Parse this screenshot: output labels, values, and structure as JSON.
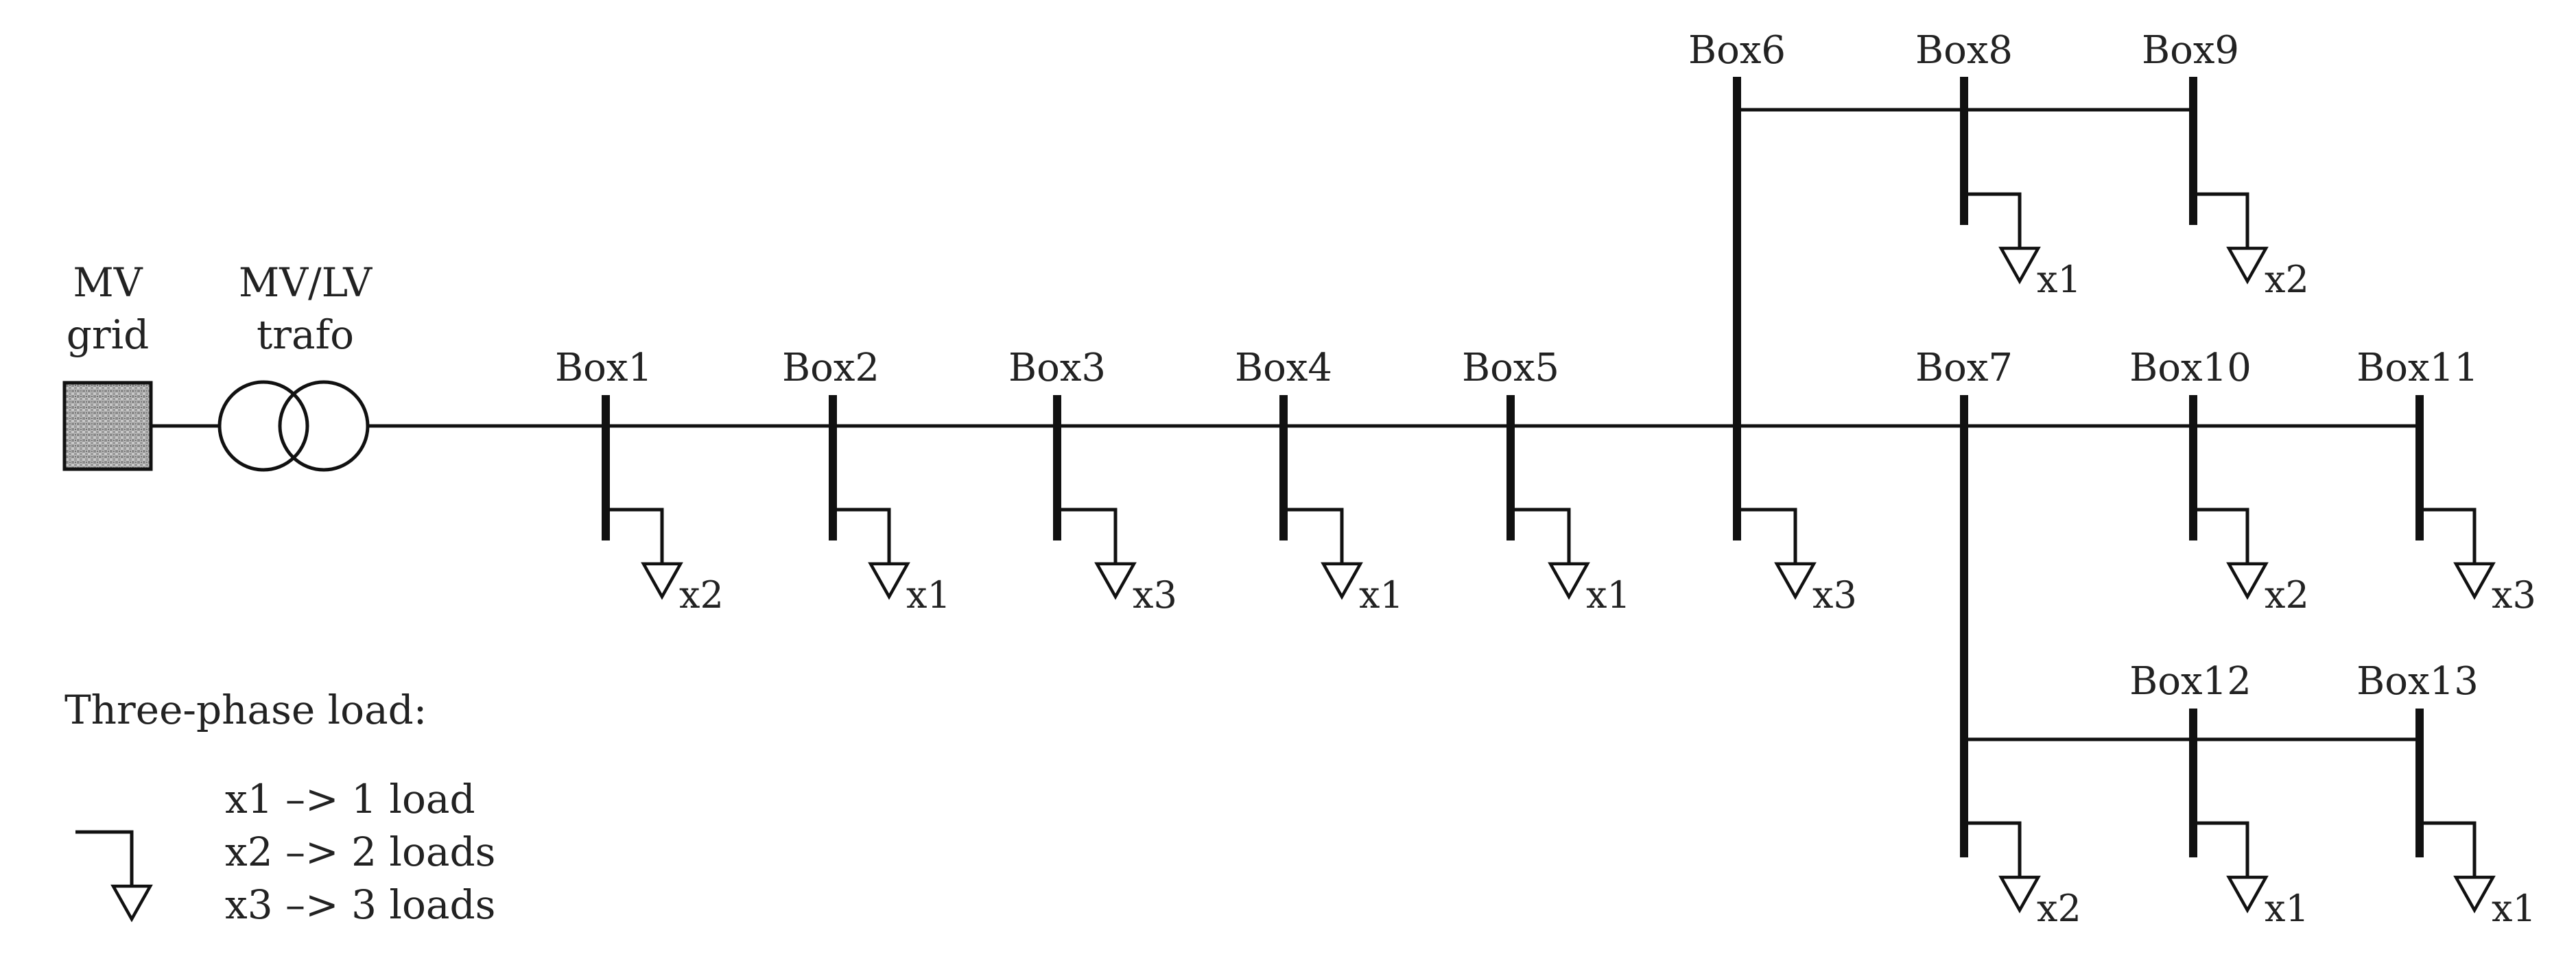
{
  "source": {
    "grid_label_line1": "MV",
    "grid_label_line2": "grid",
    "trafo_label_line1": "MV/LV",
    "trafo_label_line2": "trafo"
  },
  "boxes": [
    {
      "id": "box1",
      "label": "Box1",
      "load": "x2"
    },
    {
      "id": "box2",
      "label": "Box2",
      "load": "x1"
    },
    {
      "id": "box3",
      "label": "Box3",
      "load": "x3"
    },
    {
      "id": "box4",
      "label": "Box4",
      "load": "x1"
    },
    {
      "id": "box5",
      "label": "Box5",
      "load": "x1"
    },
    {
      "id": "box6",
      "label": "Box6",
      "load": "x3"
    },
    {
      "id": "box7",
      "label": "Box7",
      "load": "x2"
    },
    {
      "id": "box8",
      "label": "Box8",
      "load": "x1"
    },
    {
      "id": "box9",
      "label": "Box9",
      "load": "x2"
    },
    {
      "id": "box10",
      "label": "Box10",
      "load": "x2"
    },
    {
      "id": "box11",
      "label": "Box11",
      "load": "x3"
    },
    {
      "id": "box12",
      "label": "Box12",
      "load": "x1"
    },
    {
      "id": "box13",
      "label": "Box13",
      "load": "x1"
    }
  ],
  "connections": [
    [
      "trafo",
      "box1"
    ],
    [
      "box1",
      "box2"
    ],
    [
      "box2",
      "box3"
    ],
    [
      "box3",
      "box4"
    ],
    [
      "box4",
      "box5"
    ],
    [
      "box5",
      "box6"
    ],
    [
      "box6",
      "box7"
    ],
    [
      "box7",
      "box10"
    ],
    [
      "box10",
      "box11"
    ],
    [
      "box6",
      "box8"
    ],
    [
      "box8",
      "box9"
    ],
    [
      "box7",
      "box12"
    ],
    [
      "box12",
      "box13"
    ]
  ],
  "legend": {
    "title": "Three-phase load:",
    "items": [
      "x1 –> 1 load",
      "x2 –> 2 loads",
      "x3 –> 3 loads"
    ]
  }
}
